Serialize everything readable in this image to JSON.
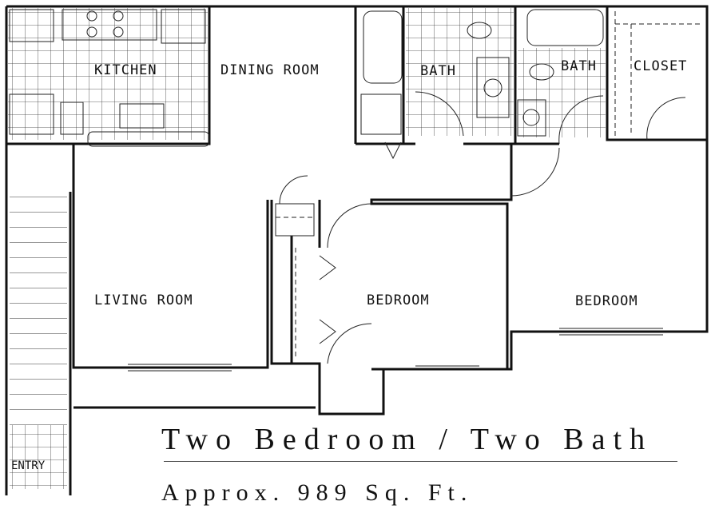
{
  "plan": {
    "rooms": {
      "kitchen": "KITCHEN",
      "dining": "DINING ROOM",
      "bath1": "BATH",
      "bath2": "BATH",
      "closet": "CLOSET",
      "living": "LIVING ROOM",
      "bedroom1": "BEDROOM",
      "bedroom2": "BEDROOM",
      "entry": "ENTRY"
    }
  },
  "caption": {
    "title": "Two Bedroom / Two Bath",
    "area": "Approx. 989 Sq. Ft."
  }
}
